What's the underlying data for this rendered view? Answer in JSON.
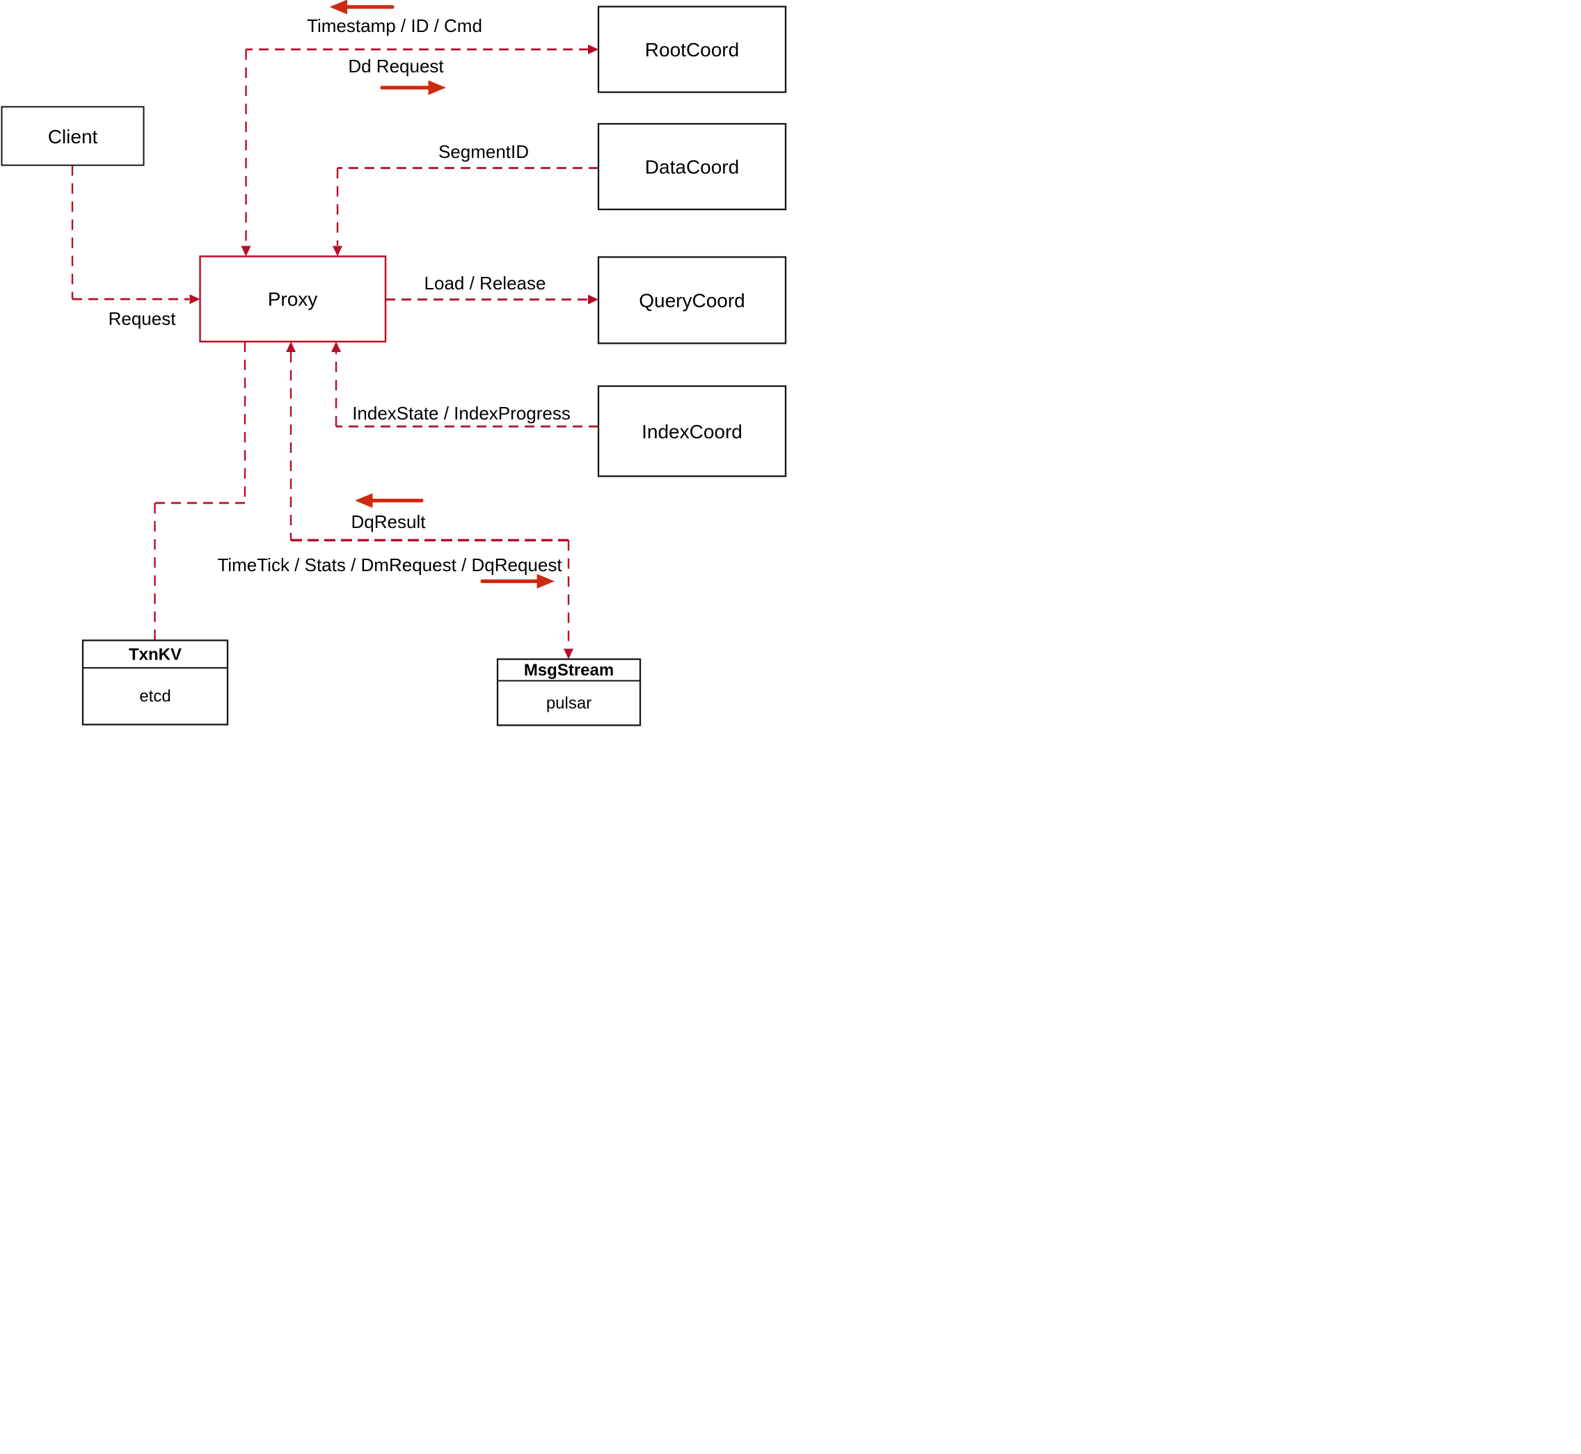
{
  "page": {
    "background": "#ffffff"
  },
  "colors": {
    "connector": "#b60d28",
    "direction_arrow": "#cd2a12",
    "proxy_accent": "#bb0d26",
    "box_border": "#141414",
    "text": "#000000"
  },
  "nodes": {
    "client": {
      "label": "Client"
    },
    "proxy": {
      "label": "Proxy"
    },
    "root_coord": {
      "label": "RootCoord"
    },
    "data_coord": {
      "label": "DataCoord"
    },
    "query_coord": {
      "label": "QueryCoord"
    },
    "index_coord": {
      "label": "IndexCoord"
    },
    "txnkv": {
      "title": "TxnKV",
      "impl": "etcd"
    },
    "msgstream": {
      "title": "MsgStream",
      "impl": "pulsar"
    }
  },
  "edges": {
    "timestamp_id_cmd": {
      "label": "Timestamp / ID / Cmd",
      "direction": "left"
    },
    "dd_request": {
      "label": "Dd Request",
      "direction": "right"
    },
    "segment_id": {
      "label": "SegmentID"
    },
    "load_release": {
      "label": "Load / Release"
    },
    "index_state": {
      "label": "IndexState / IndexProgress"
    },
    "request": {
      "label": "Request"
    },
    "dq_result": {
      "label": "DqResult",
      "direction": "left"
    },
    "timetick": {
      "label": "TimeTick / Stats / DmRequest / DqRequest",
      "direction": "right"
    }
  }
}
